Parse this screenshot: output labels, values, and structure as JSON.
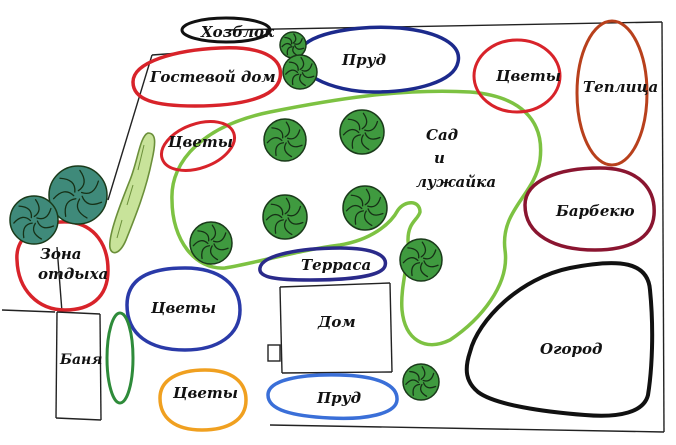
{
  "labels": {
    "utility_block": "Хозблок",
    "guest_house": "Гостевой дом",
    "pond_top": "Пруд",
    "flowers_top_right": "Цветы",
    "greenhouse": "Теплица",
    "flowers_left": "Цветы",
    "garden_line1": "Сад",
    "garden_line2": "и",
    "garden_line3": "лужайка",
    "barbecue": "Барбекю",
    "rest_zone_line1": "Зона",
    "rest_zone_line2": "отдыха",
    "terrace": "Терраса",
    "flowers_mid_left": "Цветы",
    "house": "Дом",
    "vegetable_garden": "Огород",
    "bathhouse": "Баня",
    "flowers_bottom": "Цветы",
    "pond_bottom": "Пруд"
  },
  "colors": {
    "utility_block": "#111111",
    "guest_house": "#d8232a",
    "pond": "#1c2a8c",
    "flowers_red": "#d8232a",
    "greenhouse": "#b8401c",
    "garden_lawn": "#7dc242",
    "barbecue": "#8a1530",
    "rest_zone": "#d8232a",
    "terrace": "#2a2a8a",
    "flowers_blue": "#2a3aa8",
    "vegetable_garden": "#111111",
    "flowers_green": "#2e8b3a",
    "flowers_orange": "#f0a020",
    "pond_bottom": "#3a6fd8",
    "hedge": "#b8d88a",
    "tree_green": "#3f9a3f",
    "tree_teal": "#3f8a7a",
    "plot_lines": "#222222"
  },
  "icons": {
    "tree": "tree-icon",
    "hedge": "hedge-icon"
  }
}
